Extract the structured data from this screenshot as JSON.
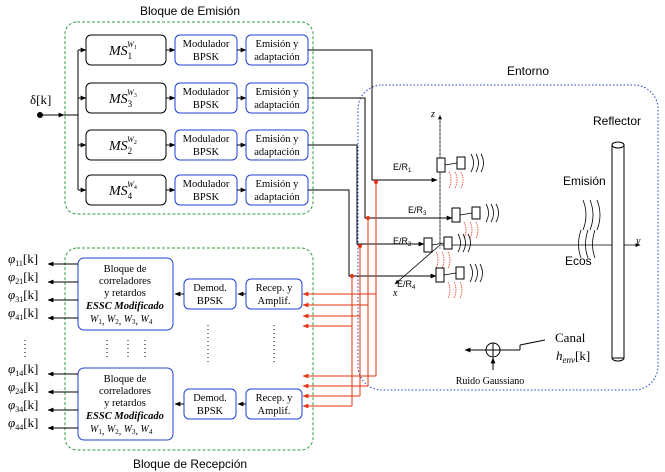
{
  "colors": {
    "emission_border": "#2f9e3f",
    "environment_border": "#1f3fd6",
    "echo_lines": "#e63312",
    "line": "#000000",
    "ms_box_border": "#000000",
    "mod_box_border": "#1f3fd6"
  },
  "emission_block": {
    "title": "Bloque de Emisión",
    "input": {
      "symbol": "δ",
      "arg": "[k]"
    },
    "rows": [
      {
        "ms": {
          "sub": "1",
          "sup": "W",
          "supsub": "1"
        },
        "modulator": [
          "Modulador",
          "BPSK"
        ],
        "emission": [
          "Emisión y",
          "adaptación"
        ]
      },
      {
        "ms": {
          "sub": "3",
          "sup": "W",
          "supsub": "3"
        },
        "modulator": [
          "Modulador",
          "BPSK"
        ],
        "emission": [
          "Emisión y",
          "adaptación"
        ]
      },
      {
        "ms": {
          "sub": "2",
          "sup": "W",
          "supsub": "2"
        },
        "modulator": [
          "Modulador",
          "BPSK"
        ],
        "emission": [
          "Emisión y",
          "adaptación"
        ]
      },
      {
        "ms": {
          "sub": "4",
          "sup": "W",
          "supsub": "4"
        },
        "modulator": [
          "Modulador",
          "BPSK"
        ],
        "emission": [
          "Emisión y",
          "adaptación"
        ]
      }
    ]
  },
  "environment": {
    "title": "Entorno",
    "reflector": "Reflector",
    "emission_label": "Emisión",
    "echo_label": "Ecos",
    "axes": {
      "z": "z",
      "y": "y",
      "x": "x"
    },
    "transducers": [
      {
        "base": "E/R",
        "sub": "1"
      },
      {
        "base": "E/R",
        "sub": "3"
      },
      {
        "base": "E/R",
        "sub": "2"
      },
      {
        "base": "E/R",
        "sub": "4"
      }
    ],
    "channel": {
      "label": "Canal",
      "symbol": "h",
      "sub": "env",
      "arg": "[k]"
    },
    "noise": "Ruido Gaussiano"
  },
  "reception_block": {
    "title": "Bloque de Recepción",
    "blocks": [
      {
        "lines": [
          "Bloque de",
          "correladores",
          "y retardos"
        ],
        "emph": "ESSC Modificado",
        "weights": [
          {
            "b": "W",
            "s": "1"
          },
          {
            "b": "W",
            "s": "2"
          },
          {
            "b": "W",
            "s": "3"
          },
          {
            "b": "W",
            "s": "4"
          }
        ],
        "demod": [
          "Demod.",
          "BPSK"
        ],
        "recep": [
          "Recep. y",
          "Amplif."
        ]
      },
      {
        "lines": [
          "Bloque de",
          "correladores",
          "y retardos"
        ],
        "emph": "ESSC Modificado",
        "weights": [
          {
            "b": "W",
            "s": "1"
          },
          {
            "b": "W",
            "s": "2"
          },
          {
            "b": "W",
            "s": "3"
          },
          {
            "b": "W",
            "s": "4"
          }
        ],
        "demod": [
          "Demod.",
          "BPSK"
        ],
        "recep": [
          "Recep. y",
          "Amplif."
        ]
      }
    ],
    "outputs_top": [
      {
        "symbol": "φ",
        "sub": "11",
        "arg": "[k]"
      },
      {
        "symbol": "φ",
        "sub": "21",
        "arg": "[k]"
      },
      {
        "symbol": "φ",
        "sub": "31",
        "arg": "[k]"
      },
      {
        "symbol": "φ",
        "sub": "41",
        "arg": "[k]"
      }
    ],
    "outputs_bottom": [
      {
        "symbol": "φ",
        "sub": "14",
        "arg": "[k]"
      },
      {
        "symbol": "φ",
        "sub": "24",
        "arg": "[k]"
      },
      {
        "symbol": "φ",
        "sub": "34",
        "arg": "[k]"
      },
      {
        "symbol": "φ",
        "sub": "44",
        "arg": "[k]"
      }
    ]
  }
}
